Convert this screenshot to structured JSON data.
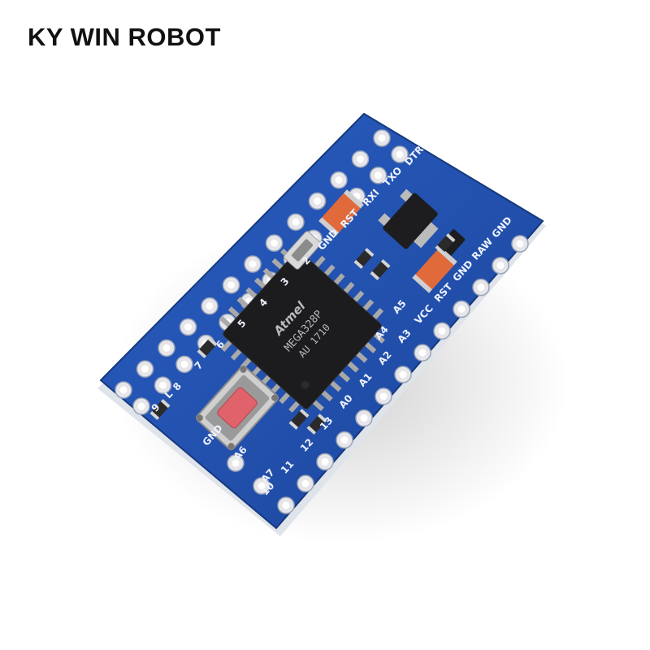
{
  "brand": {
    "text": "KY WIN ROBOT"
  },
  "board": {
    "chip_text": [
      "Atmel",
      "MEGA328P",
      "AU 1710"
    ],
    "left_pins": [
      "9",
      "8",
      "7",
      "6",
      "5",
      "4",
      "3",
      "2",
      "GND",
      "RST",
      "RXI",
      "TXO",
      "DTR"
    ],
    "right_pins": [
      "GND",
      "RAW",
      "GND",
      "RST",
      "VCC",
      "A3",
      "A2",
      "A1",
      "A0",
      "13",
      "12",
      "11",
      "10"
    ],
    "inner_labels": [
      "A4",
      "A5",
      "A6",
      "A7",
      "GND",
      "L"
    ]
  },
  "colors": {
    "pcb": "#1f4fae",
    "pcb_dark": "#173d8c",
    "pad": "#e6e6ea",
    "chip": "#1c1c1e",
    "button": "#e0626a",
    "cap": "#e06a3a"
  }
}
